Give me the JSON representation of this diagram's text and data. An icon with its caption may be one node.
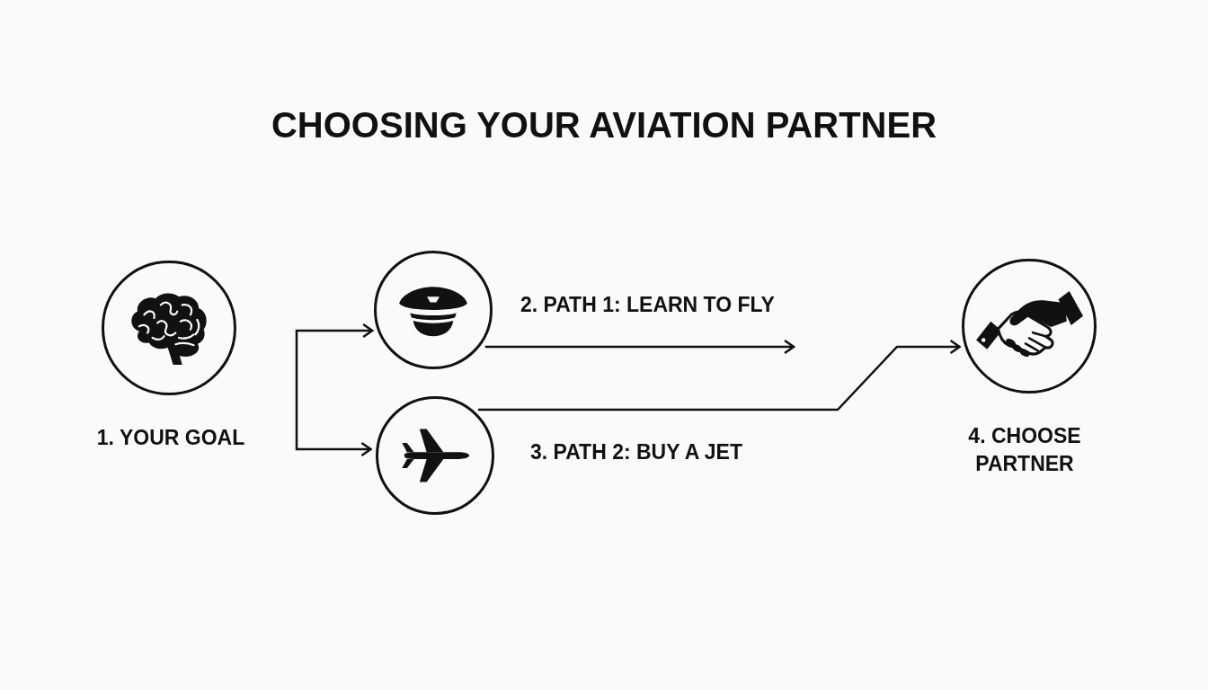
{
  "diagram": {
    "title": "CHOOSING YOUR AVIATION PARTNER",
    "nodes": [
      {
        "text": [
          "1. YOUR GOAL"
        ]
      },
      {
        "text": [
          "2. PATH 1: LEARN TO FLY"
        ]
      },
      {
        "text": [
          "3. PATH 2: BUY A JET"
        ]
      },
      {
        "text": [
          "4. CHOOSE PARTNER"
        ]
      }
    ],
    "edges": [
      {
        "from": null,
        "to": 1,
        "arrow": "to"
      },
      {
        "from": null,
        "to": 2,
        "arrow": "to"
      },
      {
        "from": 1,
        "to": null,
        "arrow": "to"
      },
      {
        "from": 2,
        "to": 3,
        "arrow": "to"
      }
    ]
  }
}
